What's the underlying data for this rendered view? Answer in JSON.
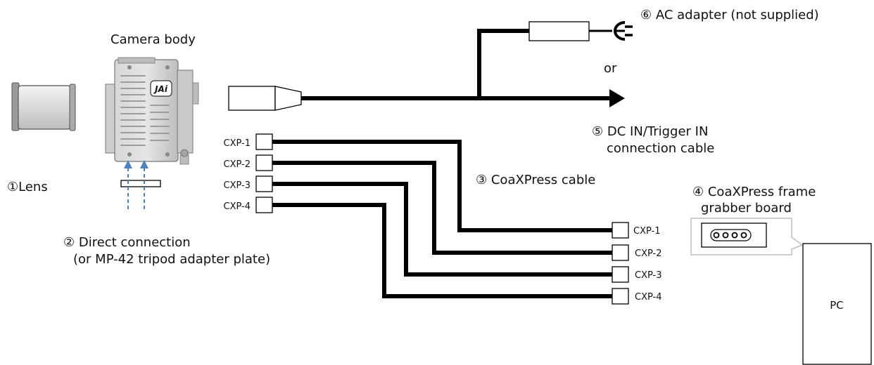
{
  "labels": {
    "camera_body": "Camera body",
    "lens": "①Lens",
    "direct_connection_1": "② Direct connection",
    "direct_connection_2": "(or MP-42 tripod adapter plate)",
    "coaxpress_cable": "③ CoaXPress cable",
    "frame_grabber_1": "④ CoaXPress frame",
    "frame_grabber_2": "grabber board",
    "dc_in_1": "⑤ DC IN/Trigger IN",
    "dc_in_2": "connection cable",
    "ac_adapter": "⑥ AC adapter (not supplied)",
    "or": "or",
    "pc": "PC",
    "jai_logo": "JAi"
  },
  "camera_ports": [
    "CXP-1",
    "CXP-2",
    "CXP-3",
    "CXP-4"
  ],
  "grabber_ports": [
    "CXP-1",
    "CXP-2",
    "CXP-3",
    "CXP-4"
  ],
  "colors": {
    "wire": "#000000",
    "arrow": "#4f81bd",
    "camera_gray": "#c8c8c8",
    "grabber_gray": "#bfbfbf"
  }
}
